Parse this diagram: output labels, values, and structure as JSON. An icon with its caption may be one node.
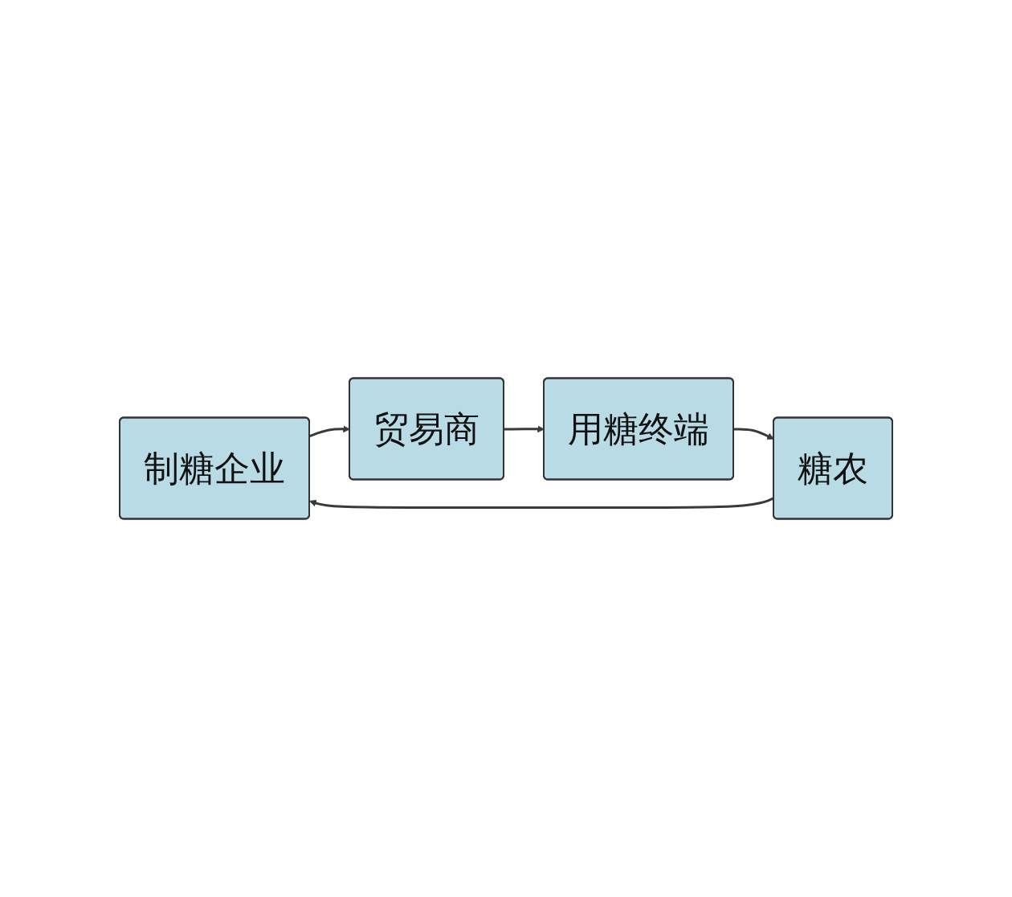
{
  "diagram": {
    "nodes": [
      {
        "text": [
          "制糖企业"
        ]
      },
      {
        "text": [
          "贸易商"
        ]
      },
      {
        "text": [
          "用糖终端"
        ]
      },
      {
        "text": [
          "糖农"
        ]
      }
    ],
    "edges": [
      {
        "from": 0,
        "to": 1,
        "arrow": "to"
      },
      {
        "from": 1,
        "to": 2,
        "arrow": "to"
      },
      {
        "from": 2,
        "to": 3,
        "arrow": "to"
      },
      {
        "from": 3,
        "to": 0,
        "arrow": "to"
      }
    ]
  }
}
